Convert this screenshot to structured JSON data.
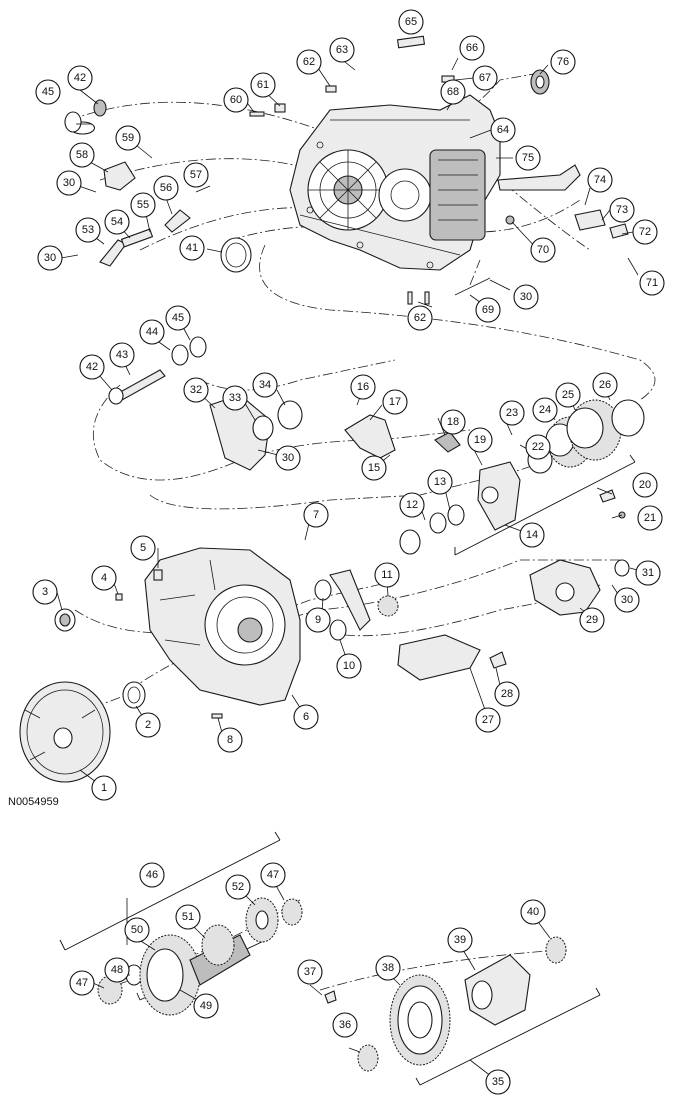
{
  "figure_id": "N0054959",
  "callouts": [
    "1",
    "2",
    "3",
    "4",
    "5",
    "6",
    "7",
    "8",
    "9",
    "10",
    "11",
    "12",
    "13",
    "14",
    "15",
    "16",
    "17",
    "18",
    "19",
    "20",
    "21",
    "22",
    "23",
    "24",
    "25",
    "26",
    "27",
    "28",
    "29",
    "30",
    "30",
    "30",
    "30",
    "30",
    "30",
    "31",
    "32",
    "33",
    "34",
    "35",
    "36",
    "37",
    "38",
    "39",
    "40",
    "41",
    "42",
    "42",
    "43",
    "44",
    "45",
    "45",
    "46",
    "47",
    "47",
    "48",
    "49",
    "50",
    "51",
    "52",
    "53",
    "54",
    "55",
    "56",
    "57",
    "58",
    "59",
    "60",
    "61",
    "62",
    "62",
    "63",
    "64",
    "65",
    "66",
    "67",
    "68",
    "69",
    "70",
    "71",
    "72",
    "73",
    "74",
    "75",
    "76"
  ]
}
